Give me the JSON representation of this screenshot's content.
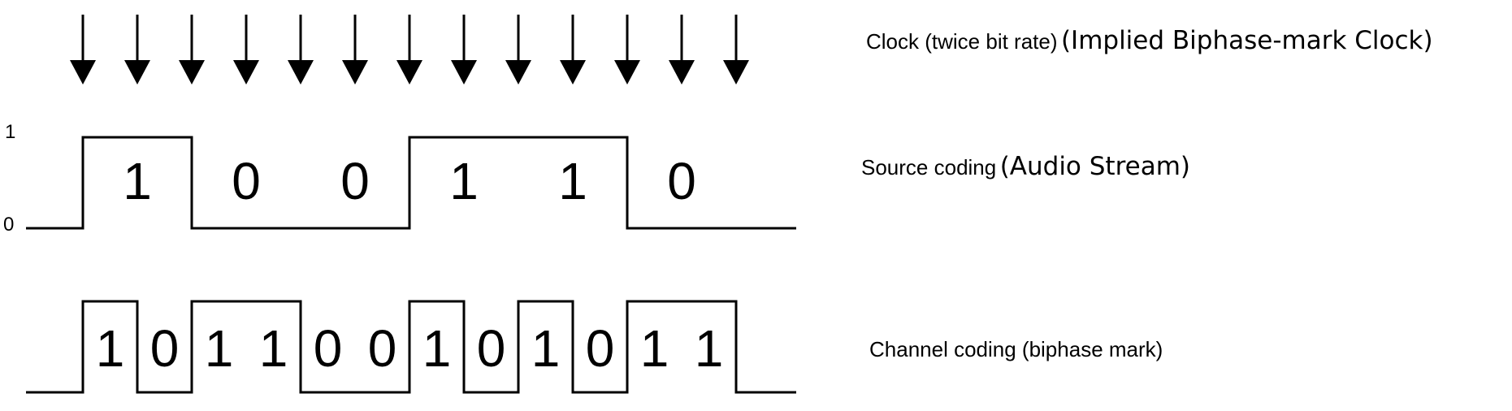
{
  "labels": {
    "clock": "Clock (twice bit rate)",
    "clock_note": "(Implied Biphase-mark Clock)",
    "source": "Source coding",
    "source_note": "(Audio Stream)",
    "channel": "Channel coding (biphase mark)"
  },
  "axis": {
    "high": "1",
    "low": "0"
  },
  "clock_arrow_count": 13,
  "source_bits": [
    "1",
    "0",
    "0",
    "1",
    "1",
    "0"
  ],
  "source_levels": [
    1,
    0,
    0,
    1,
    1,
    0
  ],
  "channel_bits": [
    "1",
    "0",
    "1",
    "1",
    "0",
    "0",
    "1",
    "0",
    "1",
    "0",
    "1",
    "1"
  ],
  "channel_levels": [
    1,
    0,
    1,
    1,
    0,
    0,
    1,
    0,
    1,
    0,
    1,
    1
  ],
  "colors": {
    "line": "#000000",
    "background": "#ffffff"
  }
}
